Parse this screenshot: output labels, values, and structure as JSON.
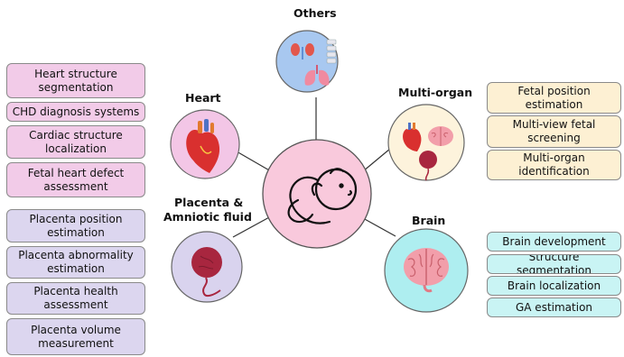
{
  "nodes": {
    "others": "Others",
    "heart": "Heart",
    "multi_organ": "Multi-organ",
    "placenta_line1": "Placenta &",
    "placenta_line2": "Amniotic fluid",
    "brain": "Brain"
  },
  "heart_tasks": [
    "Heart structure segmentation",
    "CHD diagnosis systems",
    "Cardiac structure localization",
    "Fetal heart defect assessment"
  ],
  "placenta_tasks": [
    "Placenta position estimation",
    "Placenta abnormality estimation",
    "Placenta health assessment",
    "Placenta volume measurement"
  ],
  "multi_organ_tasks": [
    "Fetal position estimation",
    "Multi-view fetal screening",
    "Multi-organ identification"
  ],
  "brain_tasks": [
    "Brain development",
    "Structure segmentation",
    "Brain localization",
    "GA estimation"
  ],
  "colors": {
    "center": "#f9c9dc",
    "others": "#a8c8f0",
    "heart": "#f3c6e6",
    "multi_organ": "#fdf3dc",
    "placenta": "#d9d3ee",
    "brain": "#aeeef0"
  }
}
